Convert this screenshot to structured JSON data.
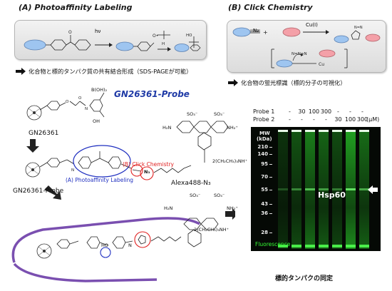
{
  "section_a": {
    "title": "(A) Photoaffinity Labeling",
    "hv": "hν",
    "caption": "化合物と標的タンパク質の共有結合形成（SDS-PAGEが可能）"
  },
  "section_b": {
    "title": "(B) Click Chemistry",
    "n3": "N₃",
    "cu": "Cu(I)",
    "caption": "化合物の蛍光標識（標的分子の可視化）"
  },
  "probe_title": "GN26361-Probe",
  "structures": {
    "boronic": "B(OH)₂",
    "oh": "OH",
    "gn26361": "GN26361",
    "gn_probe": "GN26361-Probe",
    "alexa": "Alexa488-N₃",
    "click_label": "(B) Click Chemistry",
    "pal_label": "(A) Photoaffinity Labeling",
    "so3_1": "SO₃⁻",
    "so3_2": "SO₃⁻",
    "h2n": "H₂N",
    "nh2": "NH₂⁺",
    "counter": "2(CH₂CH₃)₃NH⁺",
    "n3": "N₃",
    "ho": "HO",
    "n_label": "N",
    "so3_3": "SO₃⁻",
    "so3_4": "SO₃⁻",
    "h2n_2": "H₂N",
    "nh2_2": "NH₂⁺",
    "counter_2": "2(CH₂CH₃)₃NH⁺"
  },
  "gel": {
    "probe1_label": "Probe 1",
    "probe2_label": "Probe 2",
    "probe1": [
      "-",
      "30",
      "100",
      "300",
      "-",
      "-",
      "-"
    ],
    "probe2": [
      "-",
      "-",
      "-",
      "-",
      "30",
      "100",
      "300"
    ],
    "unit": "(μM)",
    "mw_label": "MW",
    "kda_label": "(kDa)",
    "markers": [
      "210",
      "140",
      "95",
      "70",
      "55",
      "43",
      "36",
      "28"
    ],
    "band_label": "Hsp60",
    "fluor_label": "Fluorescence",
    "caption": "標的タンパクの同定"
  },
  "colors": {
    "blue_oval": "#9ec5f0",
    "pink_oval": "#f4a0a8",
    "probe_blue": "#1f3aa6",
    "click_red": "#e02020",
    "pal_blue": "#2030c0",
    "protein_purple": "#7a4fb0",
    "gel_green": "#2bd82b"
  }
}
